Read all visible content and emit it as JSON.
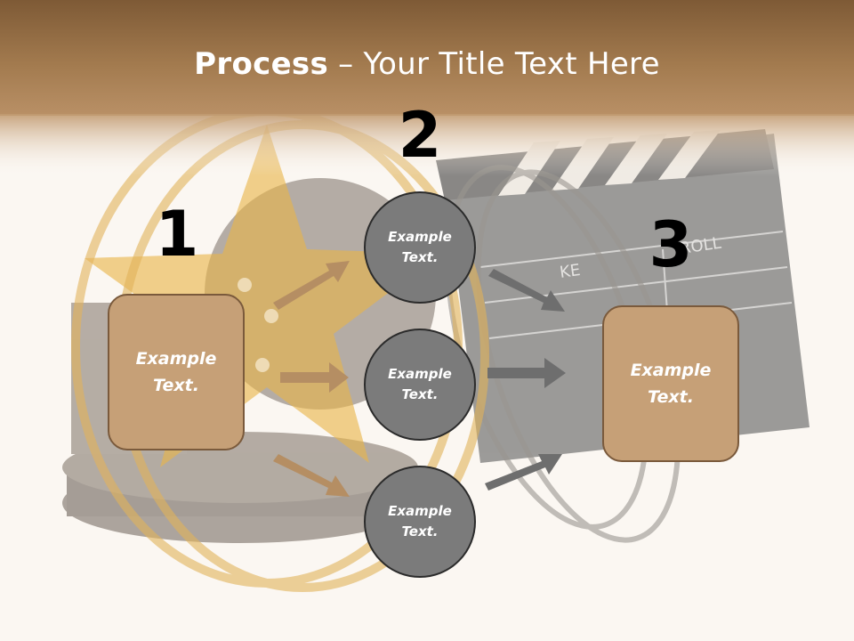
{
  "title": {
    "bold": "Process",
    "rest": " – Your Title Text Here"
  },
  "steps": [
    {
      "number": "1",
      "text": "Example Text."
    },
    {
      "number": "2",
      "text": "Example Text."
    },
    {
      "number": "3",
      "text": "Example Text."
    }
  ],
  "middle_items": [
    {
      "text": "Example Text."
    },
    {
      "text": "Example Text."
    },
    {
      "text": "Example Text."
    }
  ],
  "clapper_text": {
    "take": "KE",
    "roll": "ROLL"
  },
  "colors": {
    "header": "#9a7145",
    "box_fill": "#c6a077",
    "box_border": "#7a5a3c",
    "circle_fill": "#7b7b7b",
    "arrow_tan": "#b58e63",
    "arrow_gray": "#6e6e6e"
  }
}
